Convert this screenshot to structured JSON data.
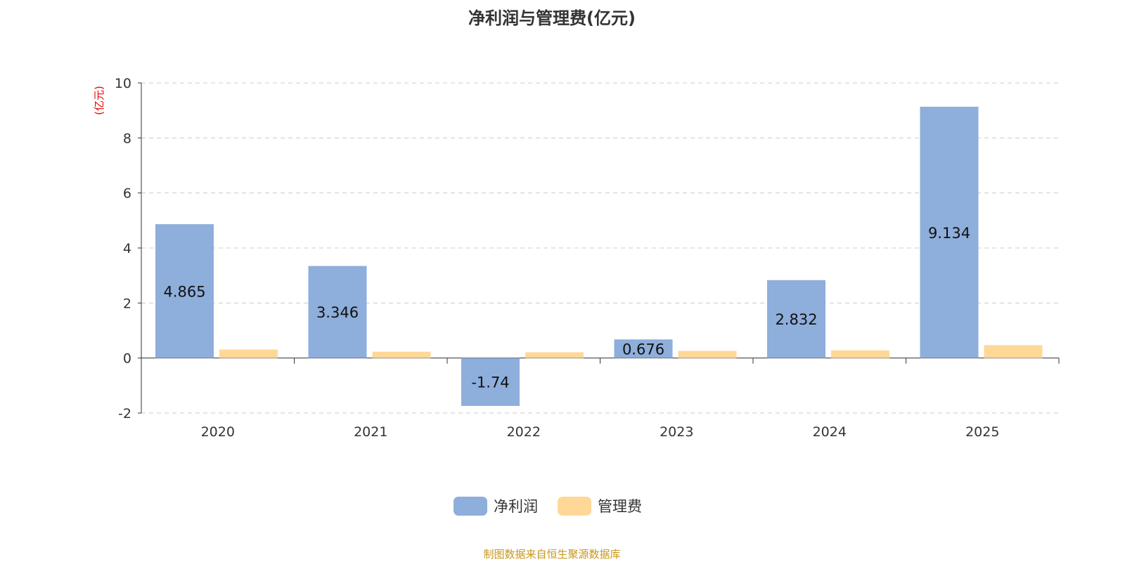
{
  "chart_data": {
    "type": "bar",
    "title": "净利润与管理费(亿元)",
    "ylabel": "(亿元)",
    "xlabel": "",
    "categories": [
      "2020",
      "2021",
      "2022",
      "2023",
      "2024",
      "2025"
    ],
    "series": [
      {
        "name": "净利润",
        "color": "#8eaedb",
        "values": [
          4.865,
          3.346,
          -1.74,
          0.676,
          2.832,
          9.134
        ],
        "labels": [
          "4.865",
          "3.346",
          "-1.74",
          "0.676",
          "2.832",
          "9.134"
        ]
      },
      {
        "name": "管理费",
        "color": "#ffd898",
        "values": [
          0.31,
          0.23,
          0.21,
          0.26,
          0.28,
          0.47
        ]
      }
    ],
    "ylim": [
      -2,
      10
    ],
    "yticks": [
      "-2",
      "0",
      "2",
      "4",
      "6",
      "8",
      "10"
    ],
    "grid": true,
    "legend": "bottom-center"
  },
  "footer": "制图数据来自恒生聚源数据库"
}
